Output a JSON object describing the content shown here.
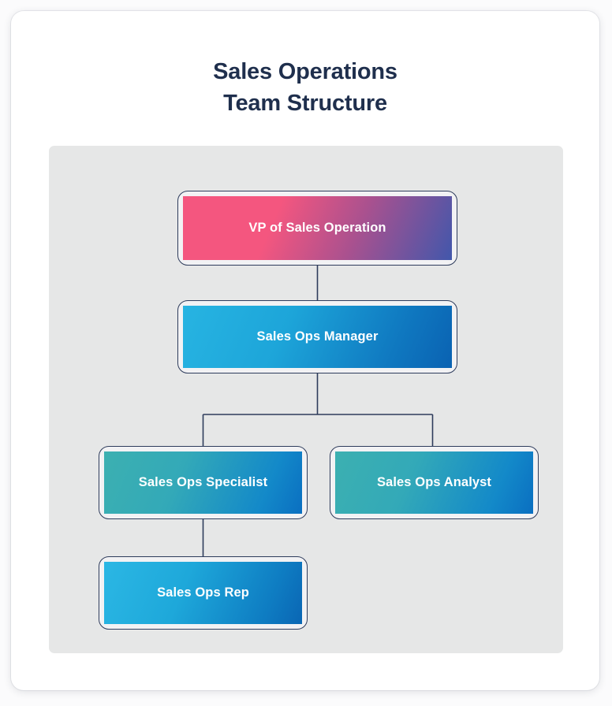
{
  "title": {
    "line1": "Sales Operations",
    "line2": "Team Structure"
  },
  "colors": {
    "title_text": "#1f2f4d",
    "panel_background": "#e6e7e7",
    "card_background": "#ffffff",
    "connector_line": "#2e3c5c",
    "node_outline": "#2e3c5c",
    "node_label_text": "#ffffff"
  },
  "chart_data": {
    "type": "diagram",
    "diagram_type": "org-chart",
    "title": "Sales Operations Team Structure",
    "orientation": "top-down",
    "levels": 4,
    "nodes": [
      {
        "id": "vp",
        "label": "VP of Sales Operation",
        "level": 1,
        "parent": null,
        "gradient_from": "#f4567f",
        "gradient_to": "#4257ab"
      },
      {
        "id": "manager",
        "label": "Sales Ops Manager",
        "level": 2,
        "parent": "vp",
        "gradient_from": "#27b4e2",
        "gradient_to": "#0a62b2"
      },
      {
        "id": "specialist",
        "label": "Sales Ops Specialist",
        "level": 3,
        "parent": "manager",
        "gradient_from": "#3cb0b1",
        "gradient_to": "#0a6fc1"
      },
      {
        "id": "analyst",
        "label": "Sales Ops Analyst",
        "level": 3,
        "parent": "manager",
        "gradient_from": "#3cb0b1",
        "gradient_to": "#0a6fc1"
      },
      {
        "id": "rep",
        "label": "Sales Ops Rep",
        "level": 4,
        "parent": "specialist",
        "gradient_from": "#2bb7e4",
        "gradient_to": "#0a66b4"
      }
    ],
    "edges": [
      {
        "from": "vp",
        "to": "manager"
      },
      {
        "from": "manager",
        "to": "specialist"
      },
      {
        "from": "manager",
        "to": "analyst"
      },
      {
        "from": "specialist",
        "to": "rep"
      }
    ]
  }
}
